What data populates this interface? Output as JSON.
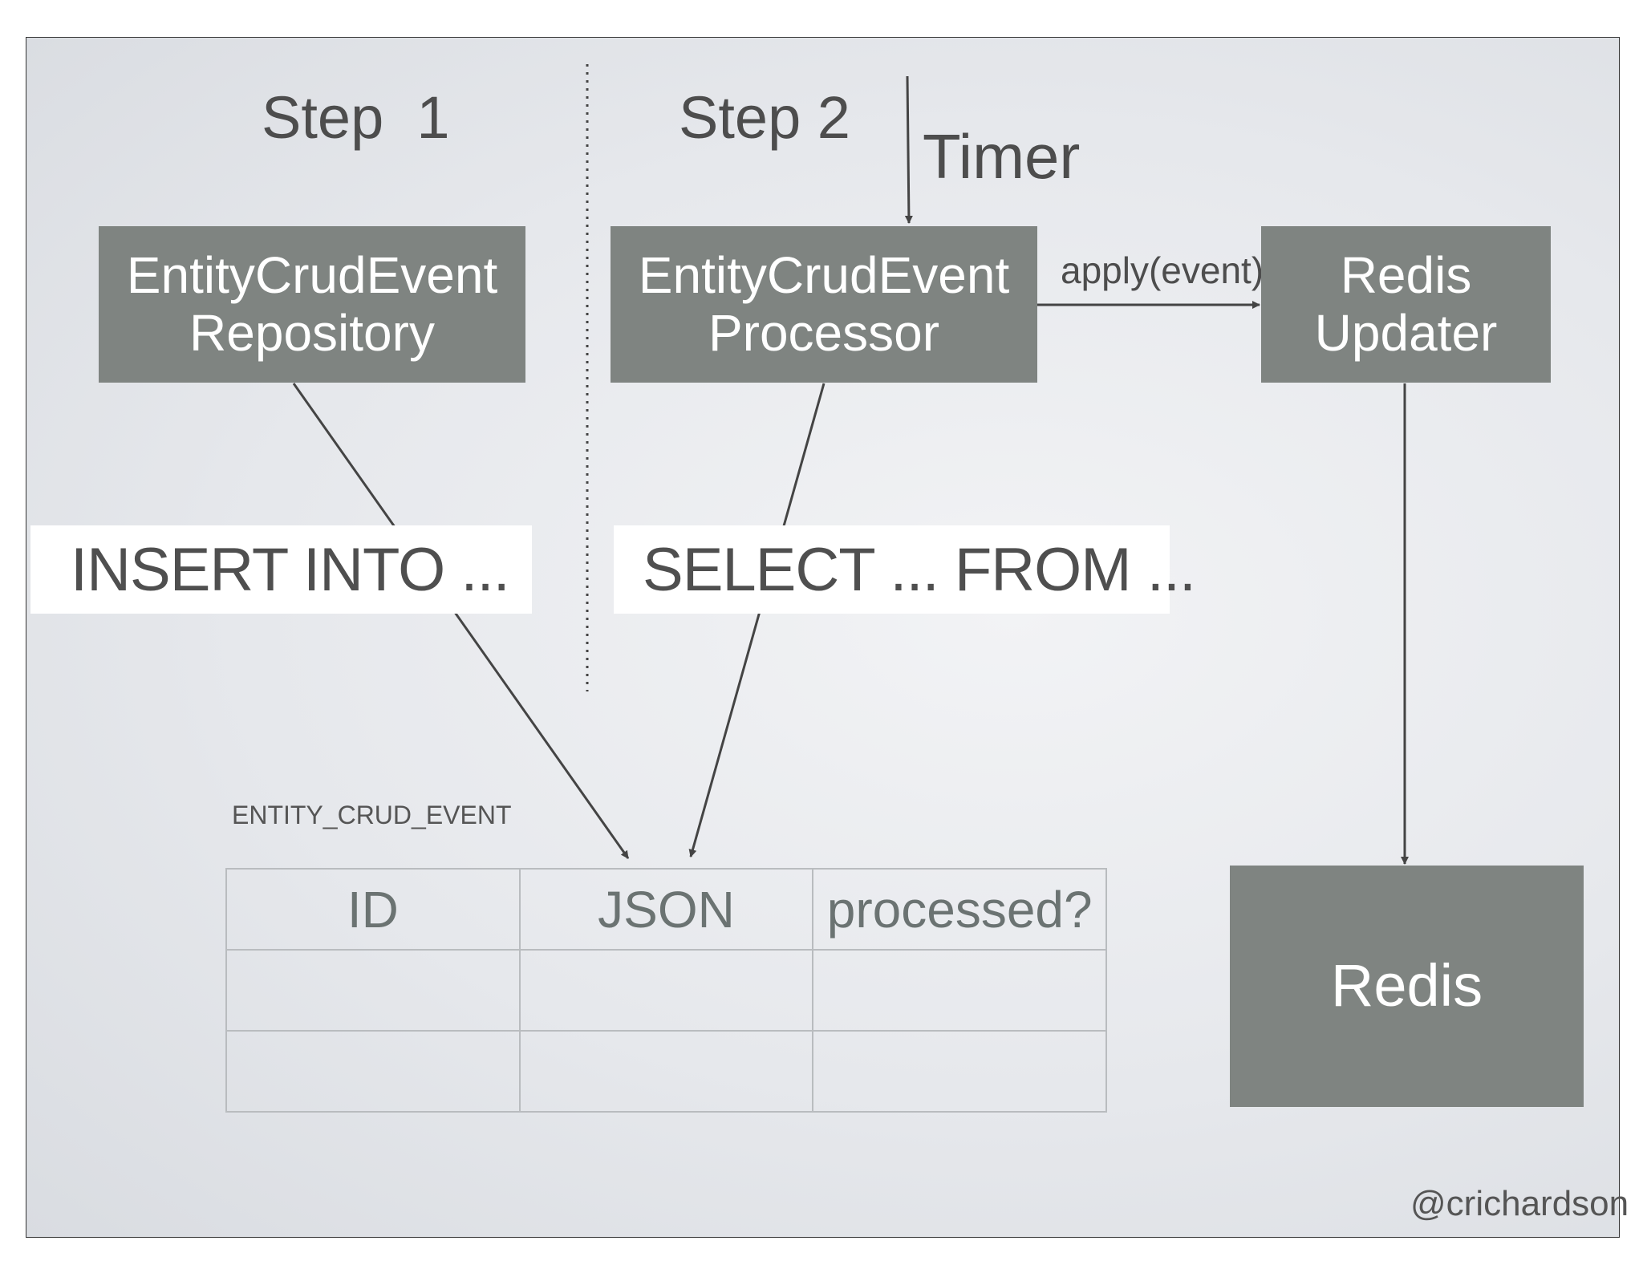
{
  "steps": {
    "step1": "Step  1",
    "step2": "Step 2"
  },
  "timer_label": "Timer",
  "boxes": {
    "repository": {
      "line1": "EntityCrudEvent",
      "line2": "Repository"
    },
    "processor": {
      "line1": "EntityCrudEvent",
      "line2": "Processor"
    },
    "updater": {
      "line1": "Redis",
      "line2": "Updater"
    },
    "redis": {
      "label": "Redis"
    }
  },
  "apply_label": "apply(event)",
  "sql": {
    "insert": "INSERT INTO ...",
    "select": "SELECT ... FROM ..."
  },
  "table": {
    "name": "ENTITY_CRUD_EVENT",
    "columns": [
      "ID",
      "JSON",
      "processed?"
    ],
    "rows": [
      [
        "",
        "",
        ""
      ],
      [
        "",
        "",
        ""
      ]
    ]
  },
  "footer": "@crichardson",
  "colors": {
    "box_fill": "#7f8481",
    "line": "#444444",
    "text": "#4d4d4d",
    "table_border": "#b9bcbf"
  }
}
